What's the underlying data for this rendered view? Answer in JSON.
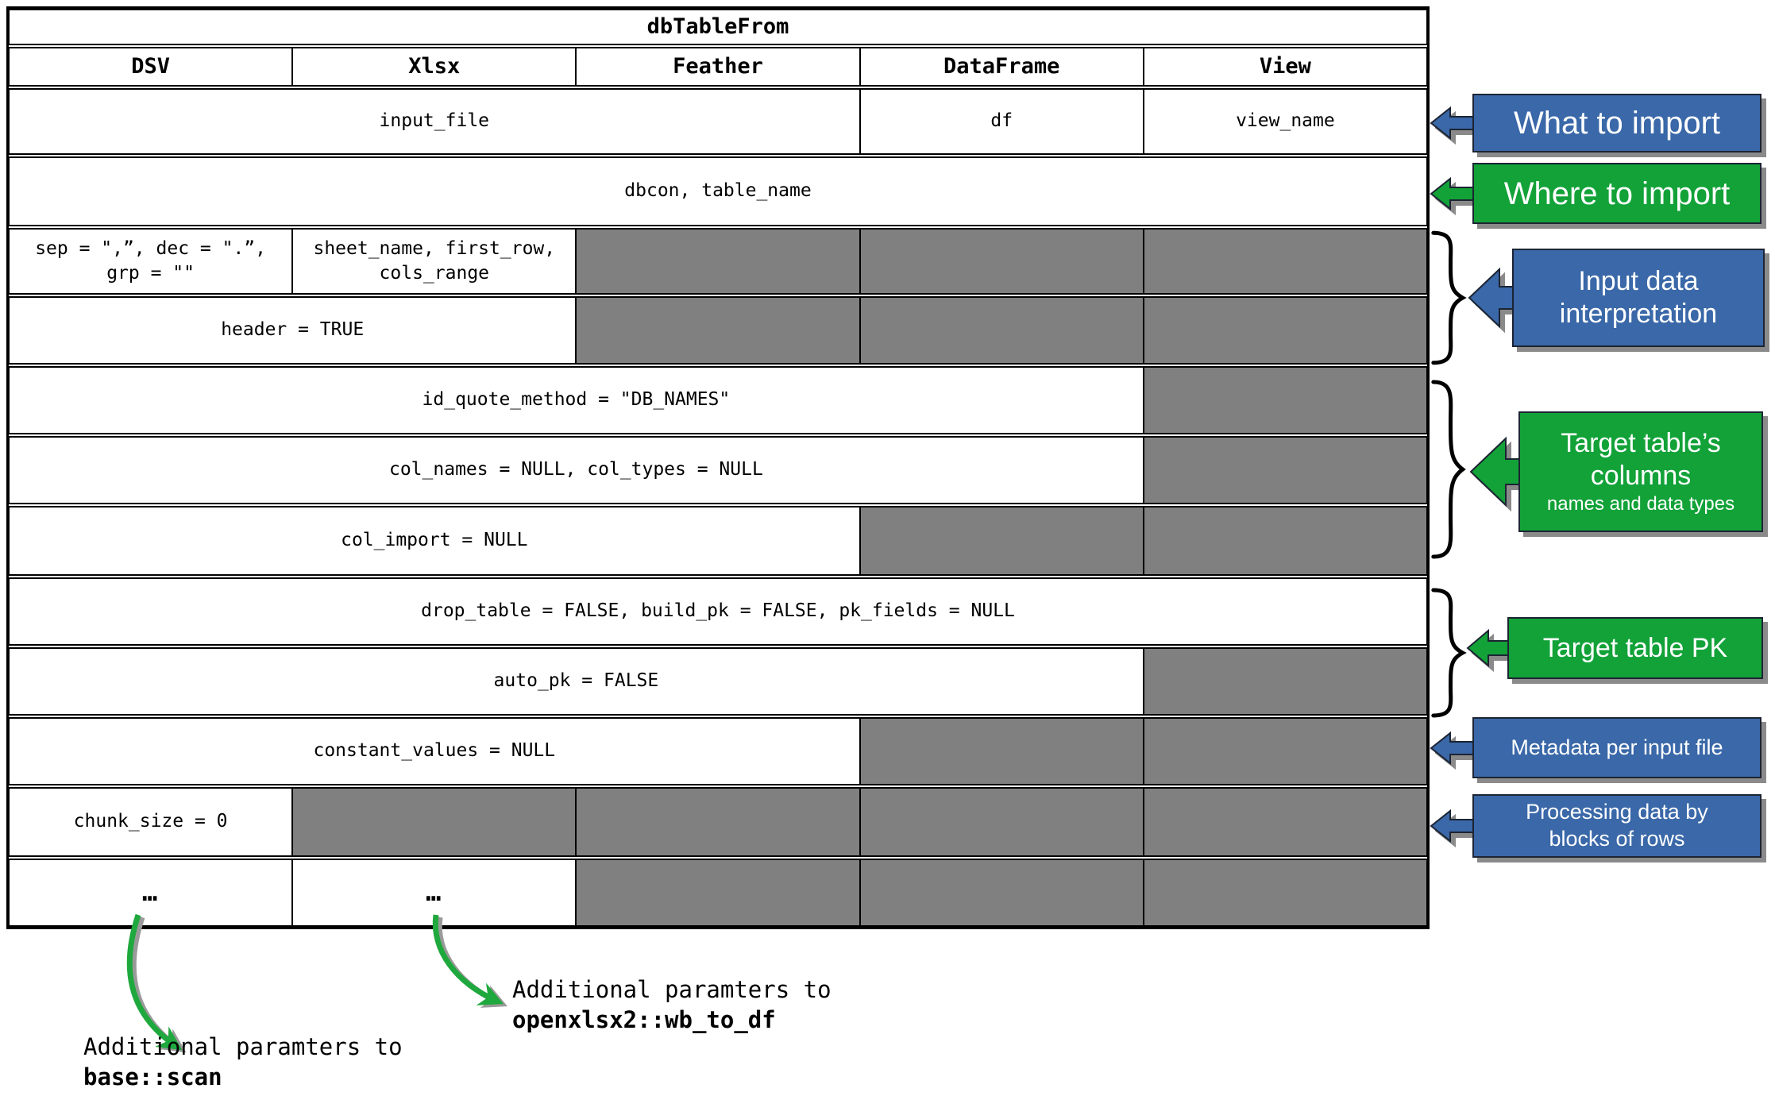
{
  "table": {
    "title": "dbTableFrom",
    "columns": [
      "DSV",
      "Xlsx",
      "Feather",
      "DataFrame",
      "View"
    ],
    "rows": [
      {
        "cells": [
          {
            "text": "input_file"
          },
          {
            "text": "df"
          },
          {
            "text": "view_name"
          }
        ]
      },
      {
        "cells": [
          {
            "text": "dbcon, table_name"
          }
        ]
      },
      {
        "cells": [
          {
            "text": "sep = \",”, dec = \".”,\ngrp = \"\""
          },
          {
            "text": "sheet_name, first_row,\ncols_range"
          }
        ]
      },
      {
        "cells": [
          {
            "text": "header = TRUE"
          }
        ]
      },
      {
        "cells": [
          {
            "text": "id_quote_method = \"DB_NAMES\""
          }
        ]
      },
      {
        "cells": [
          {
            "text": "col_names = NULL, col_types = NULL"
          }
        ]
      },
      {
        "cells": [
          {
            "text": "col_import = NULL"
          }
        ]
      },
      {
        "cells": [
          {
            "text": "drop_table = FALSE, build_pk = FALSE, pk_fields = NULL"
          }
        ]
      },
      {
        "cells": [
          {
            "text": "auto_pk = FALSE"
          }
        ]
      },
      {
        "cells": [
          {
            "text": "constant_values = NULL"
          }
        ]
      },
      {
        "cells": [
          {
            "text": "chunk_size = 0"
          }
        ]
      },
      {
        "cells": [
          {
            "text": "…"
          },
          {
            "text": "…"
          }
        ]
      }
    ]
  },
  "callouts": {
    "what_to_import": {
      "label": "What to import"
    },
    "where_to_import": {
      "label": "Where to import"
    },
    "input_data_interpretation": {
      "label": "Input data\ninterpretation"
    },
    "target_columns": {
      "label": "Target table’s\ncolumns",
      "sublabel": "names and data types"
    },
    "target_pk": {
      "label": "Target table PK"
    },
    "metadata_per_input_file": {
      "label": "Metadata per input file"
    },
    "processing_blocks": {
      "label": "Processing data by\nblocks of rows"
    }
  },
  "footnotes": {
    "dsv": {
      "line1": "Additional paramters to",
      "line2": "base::scan"
    },
    "xlsx": {
      "line1": "Additional paramters to",
      "line2": "openxlsx2::wb_to_df"
    }
  },
  "colors": {
    "cell_gray": "#808080",
    "callout_blue": "#3A68A8",
    "callout_green": "#12A238",
    "arrow_green": "#1fa83d",
    "shadow_gray": "#9a9a9a"
  }
}
